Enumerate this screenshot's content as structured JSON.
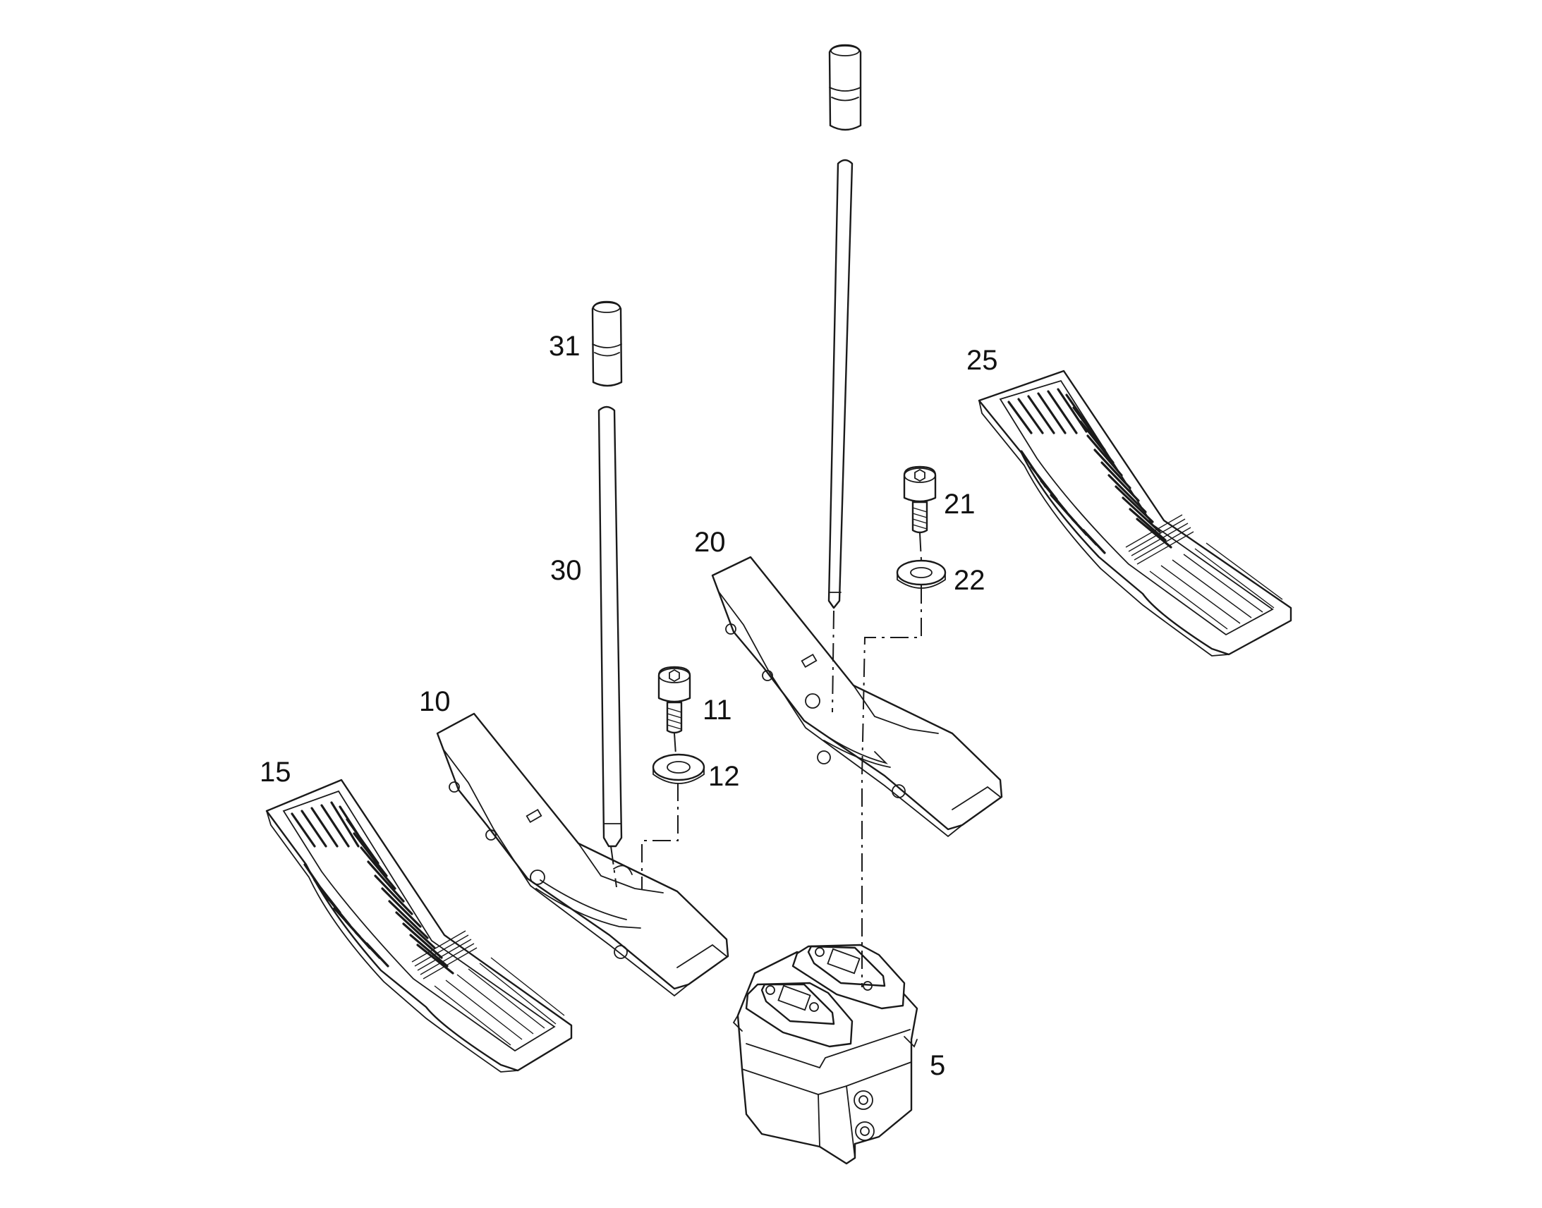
{
  "callouts": {
    "p5": "5",
    "p10": "10",
    "p11": "11",
    "p12": "12",
    "p15": "15",
    "p20": "20",
    "p21": "21",
    "p22": "22",
    "p25": "25",
    "p30": "30",
    "p31": "31"
  },
  "colors": {
    "line": "#1a1a1a",
    "background": "#ffffff"
  }
}
